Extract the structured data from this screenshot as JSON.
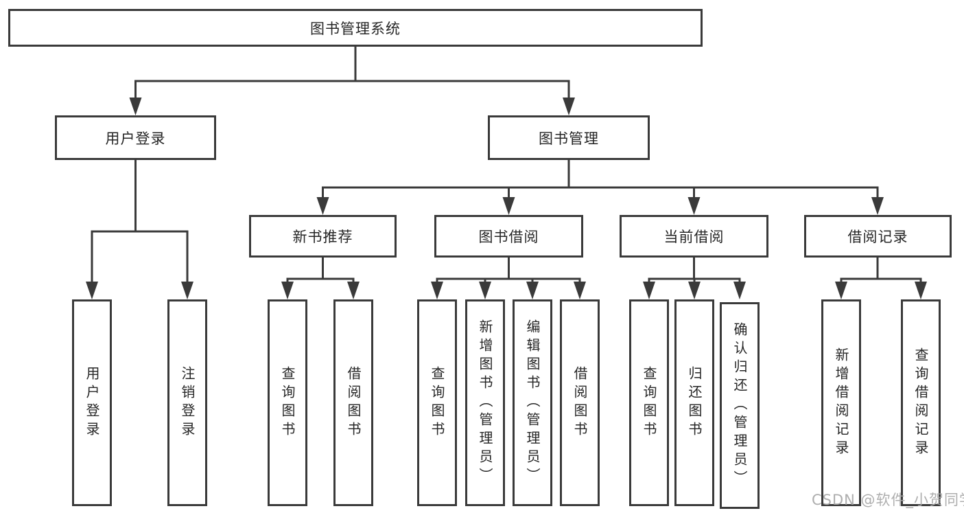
{
  "nodes": {
    "root": {
      "label": "图书管理系统"
    },
    "level2": [
      {
        "label": "用户登录"
      },
      {
        "label": "图书管理"
      }
    ],
    "level3": [
      {
        "label": "新书推荐",
        "parent": "图书管理"
      },
      {
        "label": "图书借阅",
        "parent": "图书管理"
      },
      {
        "label": "当前借阅",
        "parent": "图书管理"
      },
      {
        "label": "借阅记录",
        "parent": "图书管理"
      }
    ],
    "leaves": [
      {
        "label": "用户登录",
        "parent": "用户登录"
      },
      {
        "label": "注销登录",
        "parent": "用户登录"
      },
      {
        "label": "查询图书",
        "parent": "新书推荐"
      },
      {
        "label": "借阅图书",
        "parent": "新书推荐"
      },
      {
        "label": "查询图书",
        "parent": "图书借阅"
      },
      {
        "label": "新增图书（管理员）",
        "parent": "图书借阅"
      },
      {
        "label": "编辑图书（管理员）",
        "parent": "图书借阅"
      },
      {
        "label": "借阅图书",
        "parent": "图书借阅"
      },
      {
        "label": "查询图书",
        "parent": "当前借阅"
      },
      {
        "label": "归还图书",
        "parent": "当前借阅"
      },
      {
        "label": "确认归还（管理员）",
        "parent": "当前借阅"
      },
      {
        "label": "新增借阅记录",
        "parent": "借阅记录"
      },
      {
        "label": "查询借阅记录",
        "parent": "借阅记录"
      }
    ]
  },
  "watermark": {
    "text": "CSDN @软件_小贺同学"
  },
  "colors": {
    "line": "#3a3a3a",
    "text": "#262626",
    "background": "#ffffff",
    "watermark": "#a8a8a8"
  }
}
